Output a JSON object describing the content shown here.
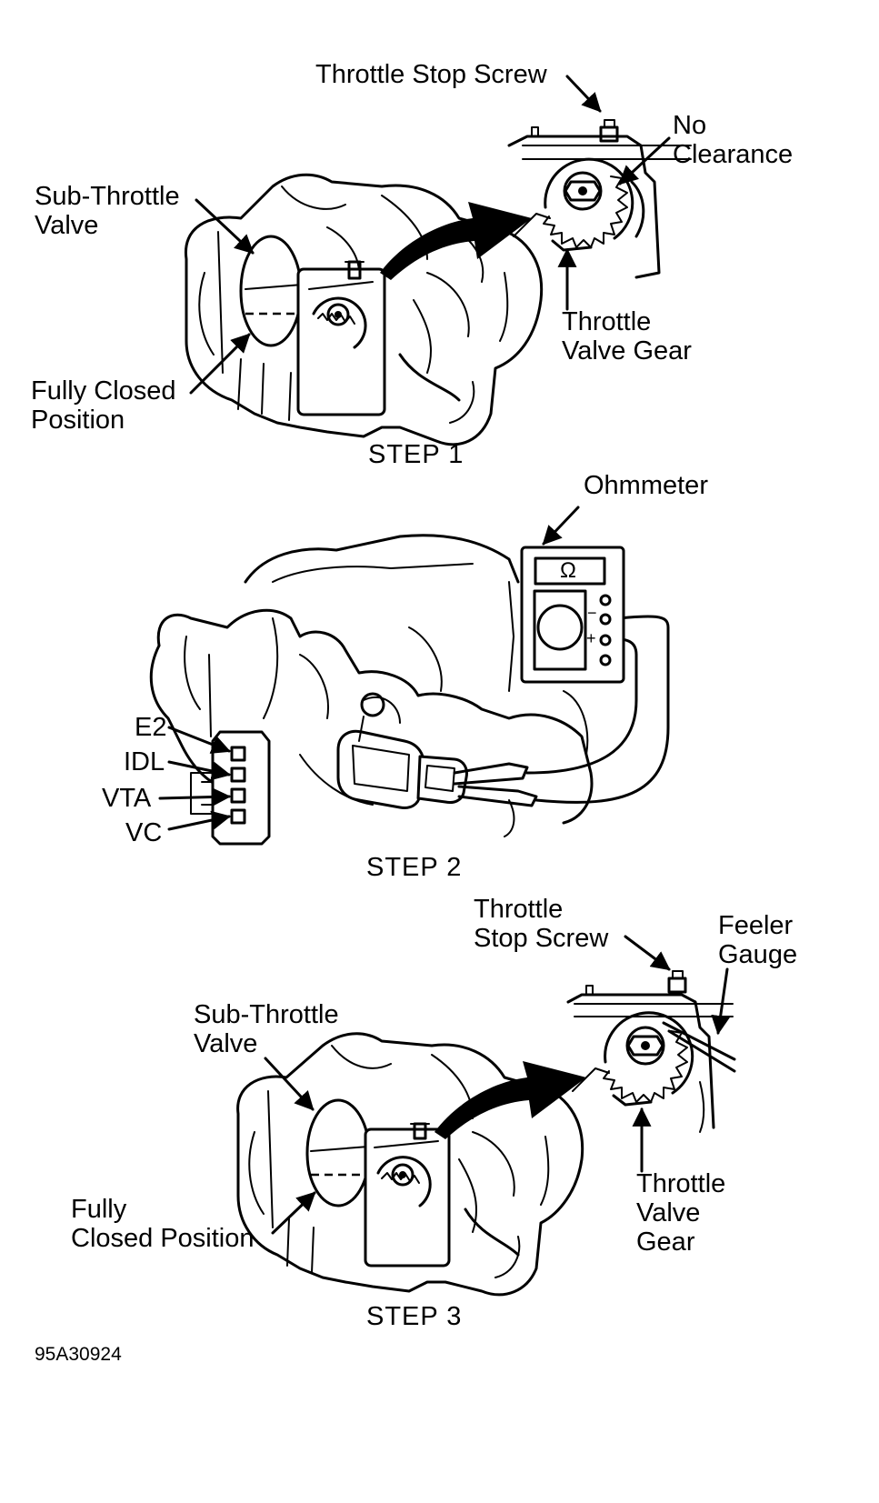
{
  "step1": {
    "throttle_stop_screw": "Throttle Stop Screw",
    "no_clearance": [
      "No",
      "Clearance"
    ],
    "sub_throttle_valve": [
      "Sub-Throttle",
      "Valve"
    ],
    "throttle_valve_gear": [
      "Throttle",
      "Valve Gear"
    ],
    "fully_closed_position": [
      "Fully Closed",
      "Position"
    ],
    "caption": "STEP 1"
  },
  "step2": {
    "ohmmeter": "Ohmmeter",
    "ohmmeter_display_symbol": "Ω",
    "terminal_minus": "−",
    "terminal_plus": "+",
    "terminals": [
      "E2",
      "IDL",
      "VTA",
      "VC"
    ],
    "caption": "STEP 2"
  },
  "step3": {
    "throttle_stop_screw": [
      "Throttle",
      "Stop Screw"
    ],
    "feeler_gauge": [
      "Feeler",
      "Gauge"
    ],
    "sub_throttle_valve": [
      "Sub-Throttle",
      "Valve"
    ],
    "throttle_valve_gear": [
      "Throttle",
      "Valve",
      "Gear"
    ],
    "fully_closed_position": [
      "Fully",
      "Closed Position"
    ],
    "caption": "STEP 3"
  },
  "figure_id": "95A30924"
}
